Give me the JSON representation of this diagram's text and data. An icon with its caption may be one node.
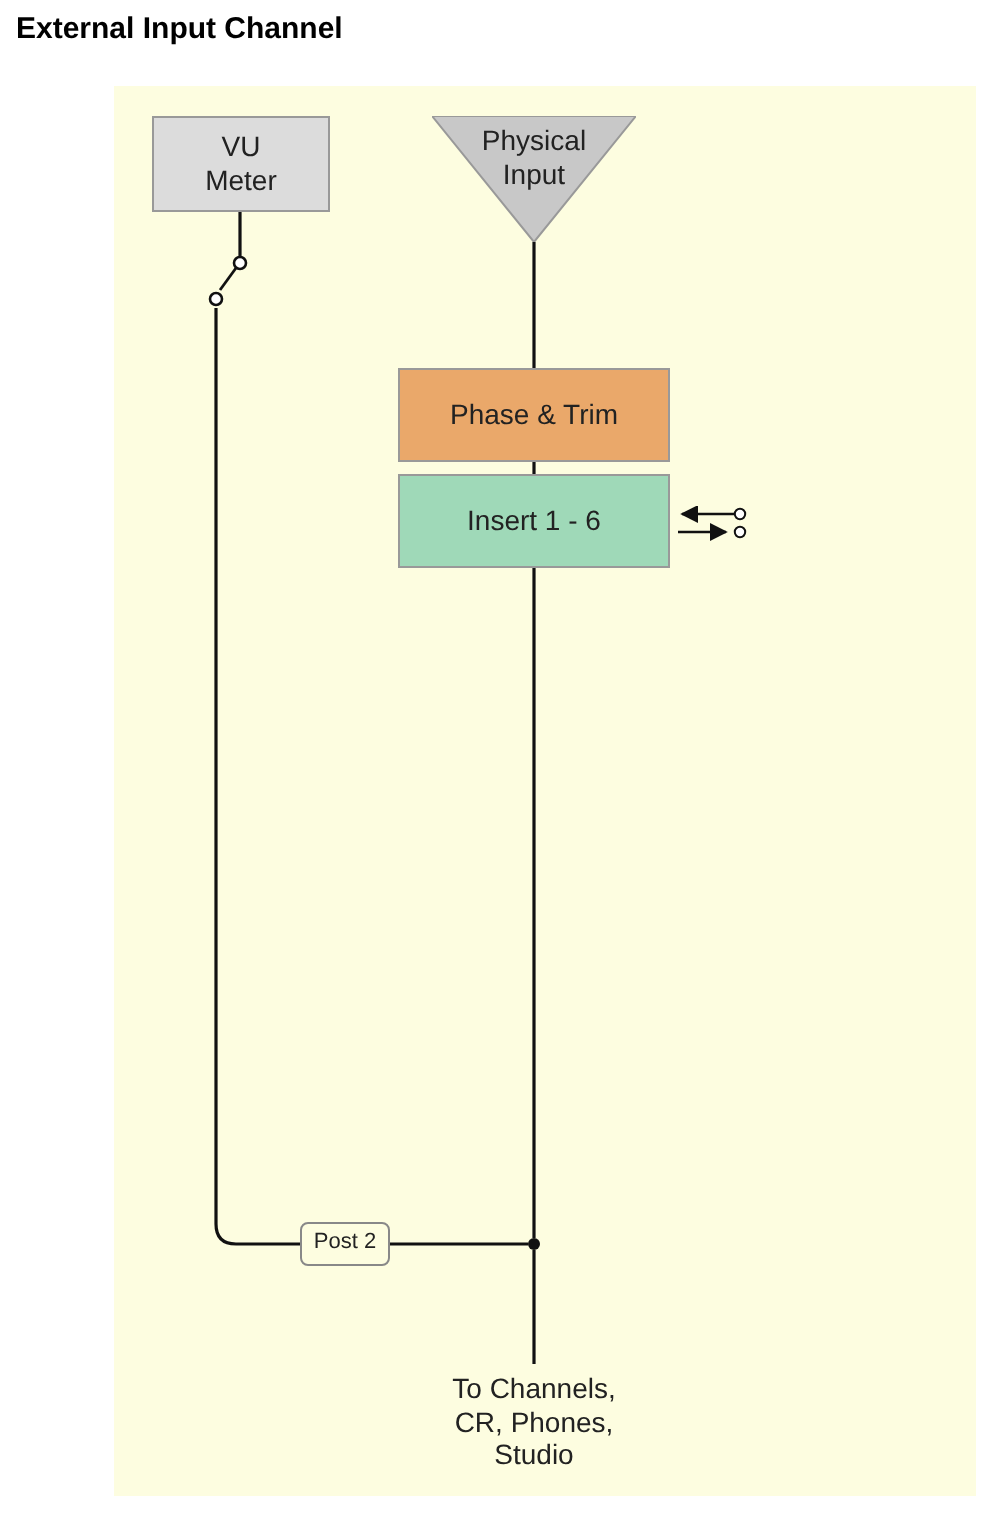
{
  "diagram": {
    "title": "External Input Channel",
    "nodes": [
      {
        "text": [
          "VU Meter"
        ]
      },
      {
        "text": [
          "Physical Input"
        ]
      },
      {
        "text": [],
        "shape": "switch"
      },
      {
        "text": [
          "Phase & Trim"
        ]
      },
      {
        "text": [
          "Insert 1 - 6"
        ]
      },
      {
        "text": [
          "Post 2"
        ]
      },
      {
        "text": [],
        "shape": "circle"
      },
      {
        "text": [
          "To Channels, CR, Phones, Studio"
        ]
      }
    ],
    "edges": [
      {
        "from": 1,
        "to": 3,
        "arrow": "none"
      },
      {
        "from": 3,
        "to": 4,
        "arrow": "none"
      },
      {
        "from": 4,
        "to": 6,
        "arrow": "none"
      },
      {
        "from": 6,
        "to": 7,
        "arrow": "none"
      },
      {
        "from": 6,
        "to": 5,
        "arrow": "none"
      },
      {
        "from": 5,
        "to": 2,
        "arrow": "none"
      },
      {
        "from": 2,
        "to": 0,
        "arrow": "none"
      }
    ]
  }
}
